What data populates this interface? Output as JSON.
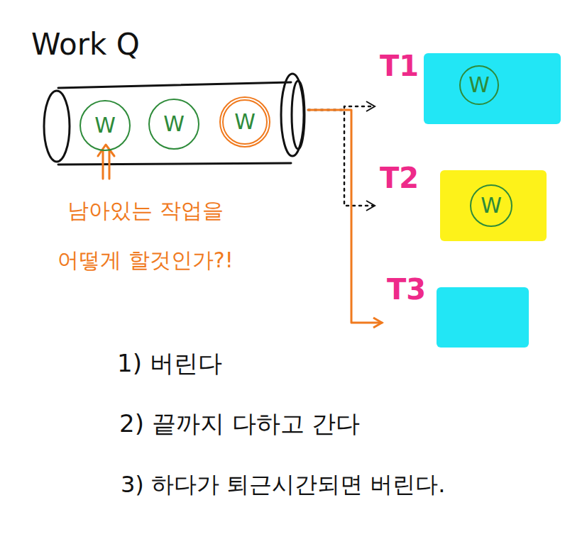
{
  "diagram": {
    "nodes": [
      {
        "text": [
          "Work Q"
        ]
      },
      {
        "text": [
          "W"
        ],
        "in": 0
      },
      {
        "text": [
          "W"
        ],
        "in": 0
      },
      {
        "text": [
          "W"
        ],
        "in": 0
      },
      {
        "text": [
          "T1"
        ]
      },
      {
        "text": [
          "W"
        ],
        "in": 4
      },
      {
        "text": [
          "T2"
        ]
      },
      {
        "text": [
          "W"
        ],
        "in": 6
      },
      {
        "text": [
          "T3"
        ]
      }
    ],
    "edges": [
      {
        "from": 0,
        "to": 4,
        "arrow": "to"
      },
      {
        "from": 0,
        "to": 6,
        "arrow": "to"
      },
      {
        "from": 0,
        "to": 8,
        "arrow": "to"
      }
    ],
    "labels": [
      "남아있는 작업을 어떻게 할것인가?!",
      "1) 버린다",
      "2) 끝까지 다하고 간다",
      "3) 하다가 퇴근시간되면 버린다."
    ]
  }
}
